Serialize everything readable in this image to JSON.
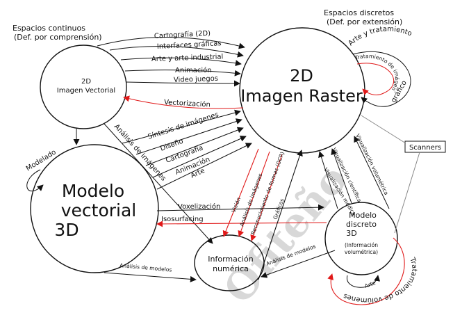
{
  "headers": {
    "continuous_1": "Espacios continuos",
    "continuous_2": "(Def. por comprensión)",
    "discrete_1": "Espacios discretos",
    "discrete_2": "(Def. por extensión)"
  },
  "nodes": {
    "vector2d": {
      "line1": "2D",
      "line2": "Imagen Vectorial"
    },
    "raster2d": {
      "line1": "2D",
      "line2": "Imagen Raster"
    },
    "model3d": {
      "line1": "Modelo",
      "line2": "vectorial",
      "line3": "3D"
    },
    "numeric": {
      "line1": "Información",
      "line2": "numérica"
    },
    "discrete3d": {
      "line1": "Modelo",
      "line2": "discreto",
      "line3": "3D",
      "line4": "(Información",
      "line5": "volumétrica)"
    },
    "scanners": "Scanners"
  },
  "edges": {
    "cartografia_2d": "Cartografía (2D)",
    "interfaces": "Interfaces gráficas",
    "arte_industrial": "Arte y arte industrial",
    "animacion_2d": "Animación",
    "video_juegos": "Video juegos",
    "vectorizacion": "Vectorización",
    "sintesis": "Síntesis de imágenes",
    "diseno": "Diseño",
    "cartografia_3d": "Cartografía",
    "animacion_3d": "Animación",
    "arte_3d": "Arte",
    "analisis_imagenes_vert": "Análisis de imágenes",
    "modelado": "Modelado",
    "voxelizacion": "Voxelización",
    "isosurfacing": "Isosurfacing",
    "analisis_modelos_left": "Análisis de modelos",
    "analisis_modelos_right": "Análisis de modelos",
    "vision": "Visión",
    "analisis_imagenes_red": "Análisis de imágenes",
    "reconocimiento": "Reconocimiento de formas (OCR)",
    "graficos": "Gráficos",
    "arte_tratamiento": "Arte y tratamiento",
    "grafico": "gráfico",
    "tratamiento_imagenes": "Tratamiento de imágenes",
    "visualizacion_cientifica": "Visualización científica",
    "visualizacion_volumetrica": "Visualización volumétrica",
    "visualizacion_medica": "Visualización médica",
    "arte_vol": "Arte",
    "tratamiento_volumenes": "Tratamiento de volúmenes"
  },
  "colors": {
    "ink": "#111111",
    "accent": "#e01818",
    "watermark": "#d8d8d8"
  },
  "watermark": "Ofiteño"
}
